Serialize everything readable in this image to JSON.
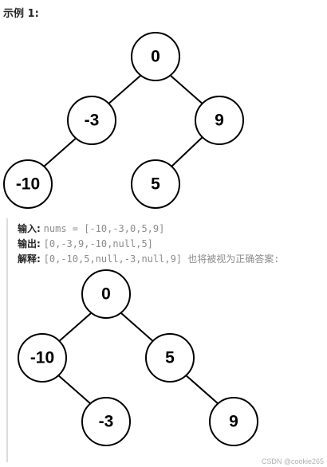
{
  "header": {
    "title": "示例 1:"
  },
  "tree_top": {
    "nodes": [
      {
        "id": "n0",
        "label": "0"
      },
      {
        "id": "n1",
        "label": "-3"
      },
      {
        "id": "n2",
        "label": "9"
      },
      {
        "id": "n3",
        "label": "-10"
      },
      {
        "id": "n4",
        "label": "5"
      }
    ],
    "edges": [
      [
        "n0",
        "n1"
      ],
      [
        "n0",
        "n2"
      ],
      [
        "n1",
        "n3"
      ],
      [
        "n2",
        "n4"
      ]
    ]
  },
  "io": {
    "input_label": "输入:",
    "input_value": "nums = [-10,-3,0,5,9]",
    "output_label": "输出:",
    "output_value": "[0,-3,9,-10,null,5]",
    "explain_label": "解释:",
    "explain_value": "[0,-10,5,null,-3,null,9] 也将被视为正确答案:"
  },
  "tree_bottom": {
    "nodes": [
      {
        "id": "m0",
        "label": "0"
      },
      {
        "id": "m1",
        "label": "-10"
      },
      {
        "id": "m2",
        "label": "5"
      },
      {
        "id": "m3",
        "label": "-3"
      },
      {
        "id": "m4",
        "label": "9"
      }
    ],
    "edges": [
      [
        "m0",
        "m1"
      ],
      [
        "m0",
        "m2"
      ],
      [
        "m1",
        "m3"
      ],
      [
        "m2",
        "m4"
      ]
    ]
  },
  "footer": {
    "watermark": "CSDN @cookie265"
  }
}
